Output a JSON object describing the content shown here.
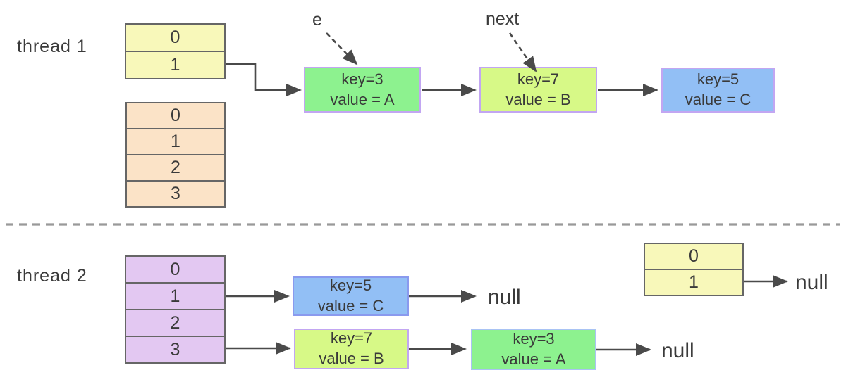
{
  "colors": {
    "array_yellow": "#F8F8BA",
    "array_peach": "#FBE3C7",
    "array_purple": "#E3C8F2",
    "array_border": "#666666",
    "node_green": "#8DF28F",
    "node_lime": "#D7F987",
    "node_blue": "#92BFF5",
    "border_purple": "#C2A6F2",
    "border_blue": "#8A9AEE",
    "border_lightblue": "#A9C3F4",
    "arrow": "#4A4A4A",
    "divider": "#999999",
    "text": "#3A3A3A"
  },
  "top": {
    "thread_label": "thread 1",
    "bucket_array_2": {
      "cells": [
        "0",
        "1"
      ]
    },
    "bucket_array_4": {
      "cells": [
        "0",
        "1",
        "2",
        "3"
      ]
    },
    "pointer_e_label": "e",
    "pointer_next_label": "next",
    "nodes": [
      {
        "key": "key=3",
        "value": "value = A"
      },
      {
        "key": "key=7",
        "value": "value = B"
      },
      {
        "key": "key=5",
        "value": "value = C"
      }
    ]
  },
  "bottom": {
    "thread_label": "thread 2",
    "bucket_array_4": {
      "cells": [
        "0",
        "1",
        "2",
        "3"
      ]
    },
    "bucket_array_2": {
      "cells": [
        "0",
        "1"
      ]
    },
    "nodes": [
      {
        "key": "key=5",
        "value": "value = C"
      },
      {
        "key": "key=7",
        "value": "value = B"
      },
      {
        "key": "key=3",
        "value": "value = A"
      }
    ],
    "null_label_1": "null",
    "null_label_2": "null",
    "null_label_3": "null"
  }
}
